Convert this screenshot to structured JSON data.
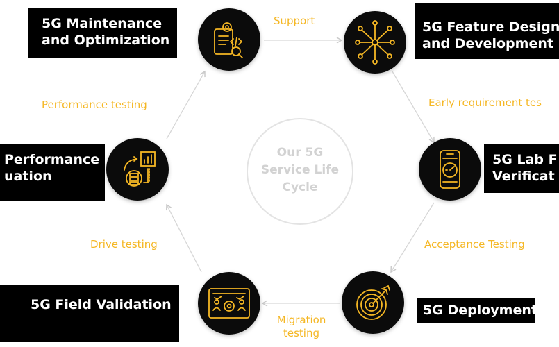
{
  "center": {
    "lines": [
      "Our 5G",
      "Service Life",
      "Cycle"
    ]
  },
  "stages": {
    "maintenance": {
      "lines": [
        "5G Maintenance",
        "and Optimization"
      ],
      "icon": "mobile-settings-search-icon"
    },
    "feature": {
      "lines": [
        "5G Feature Design",
        "and Development"
      ],
      "icon": "network-hub-icon"
    },
    "lab": {
      "lines": [
        "5G Lab F",
        "Verificat"
      ],
      "icon": "phone-speed-gauge-icon"
    },
    "deployment": {
      "lines": [
        "5G Deployment"
      ],
      "icon": "target-arrow-icon"
    },
    "field": {
      "lines": [
        "5G Field Validation"
      ],
      "icon": "dashboard-gear-people-icon"
    },
    "performance": {
      "lines": [
        "Performance",
        "uation"
      ],
      "icon": "server-chart-cycle-icon"
    }
  },
  "edges": {
    "support": "Support",
    "early": "Early requirement tes",
    "acceptance": "Acceptance Testing",
    "migration": [
      "Migration",
      "testing"
    ],
    "drive": "Drive testing",
    "perf_testing": "Performance testing"
  },
  "colors": {
    "accent": "#f5b724",
    "node": "#0b0b0b",
    "label_bg": "#000000",
    "center": "#d2d2d2"
  }
}
